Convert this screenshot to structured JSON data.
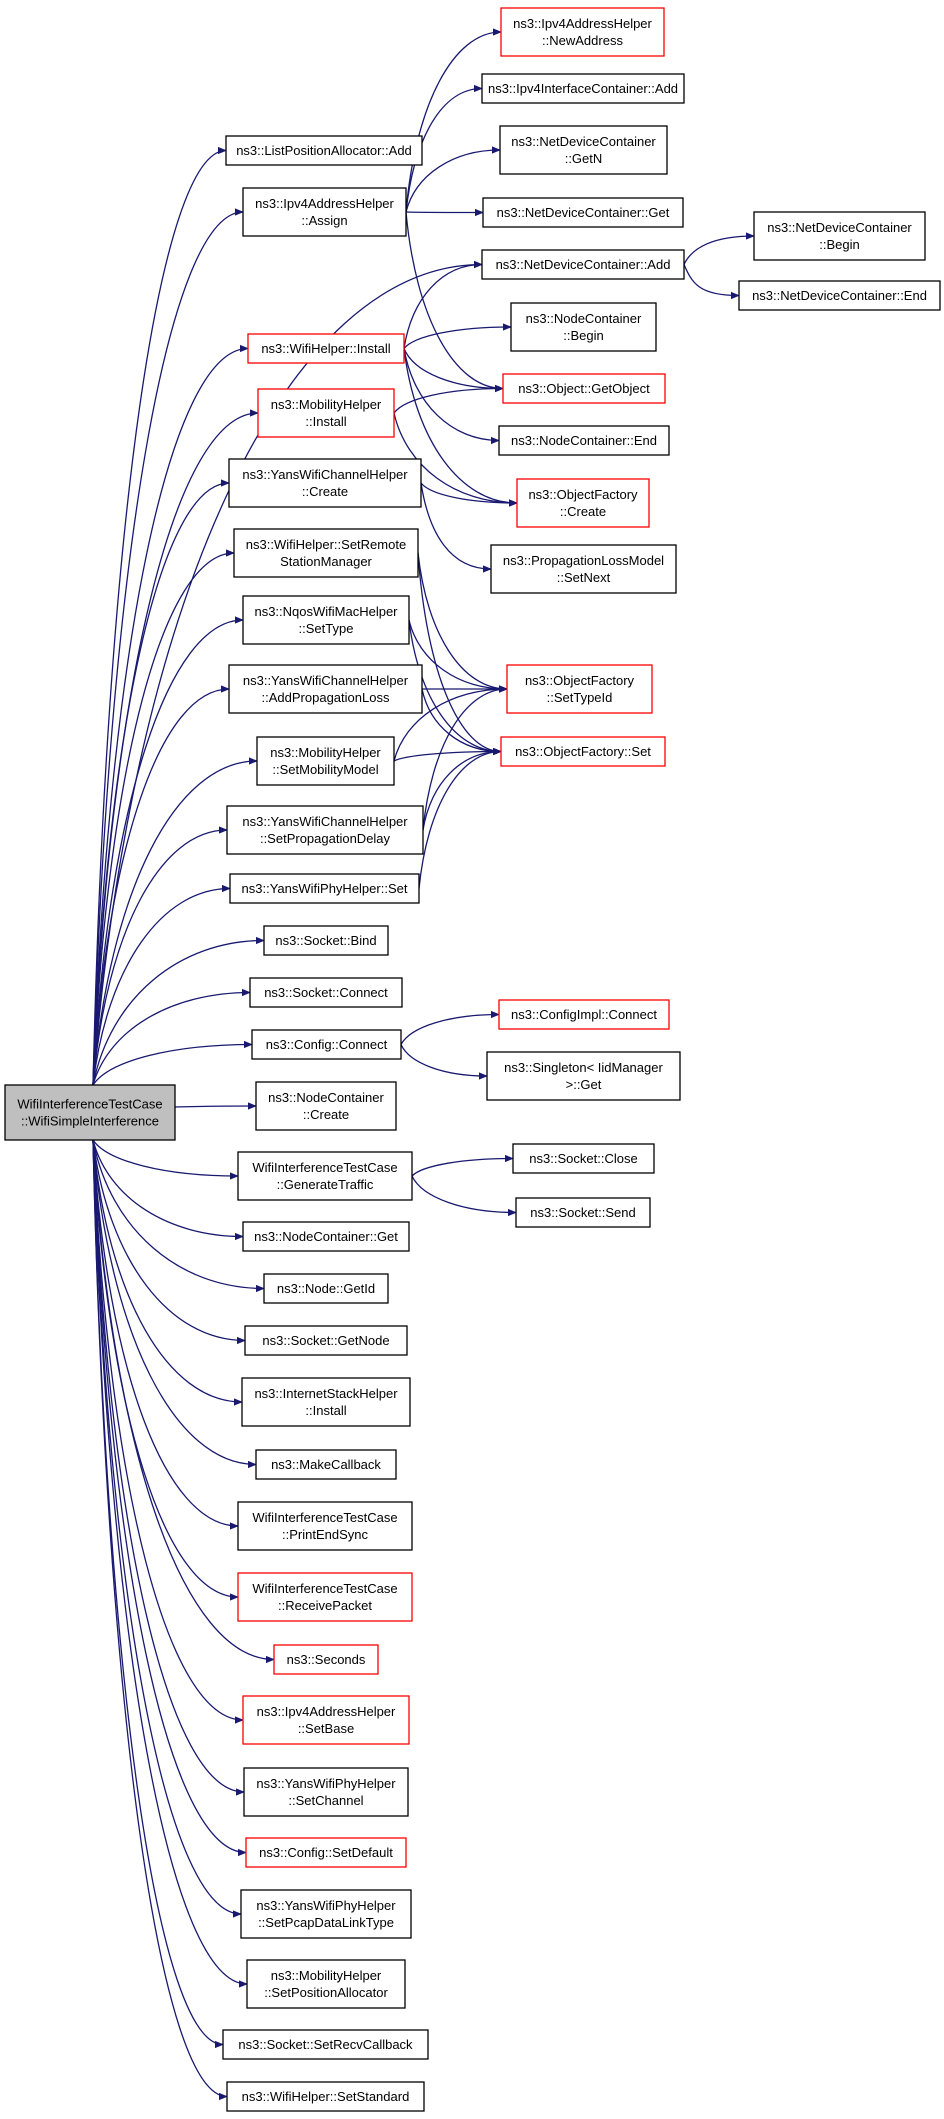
{
  "colors": {
    "edge": "#191970",
    "border_normal": "#000000",
    "border_truncated": "#ff0000",
    "fill_root": "#bfbfbf",
    "fill_node": "#ffffff"
  },
  "nodes": [
    {
      "id": "root",
      "lines": [
        "WifiInterferenceTestCase",
        "::WifiSimpleInterference"
      ],
      "style": "root"
    },
    {
      "id": "n_listpos",
      "lines": [
        "ns3::ListPositionAllocator::Add"
      ],
      "style": "normal"
    },
    {
      "id": "n_ipv4assign",
      "lines": [
        "ns3::Ipv4AddressHelper",
        "::Assign"
      ],
      "style": "normal"
    },
    {
      "id": "n_newaddr",
      "lines": [
        "ns3::Ipv4AddressHelper",
        "::NewAddress"
      ],
      "style": "truncated"
    },
    {
      "id": "n_ifcadd",
      "lines": [
        "ns3::Ipv4InterfaceContainer::Add"
      ],
      "style": "normal"
    },
    {
      "id": "n_ndcgetn",
      "lines": [
        "ns3::NetDeviceContainer",
        "::GetN"
      ],
      "style": "normal"
    },
    {
      "id": "n_ndcget",
      "lines": [
        "ns3::NetDeviceContainer::Get"
      ],
      "style": "normal"
    },
    {
      "id": "n_ndcadd",
      "lines": [
        "ns3::NetDeviceContainer::Add"
      ],
      "style": "normal"
    },
    {
      "id": "n_ndcbegin",
      "lines": [
        "ns3::NetDeviceContainer",
        "::Begin"
      ],
      "style": "normal"
    },
    {
      "id": "n_ndcend",
      "lines": [
        "ns3::NetDeviceContainer::End"
      ],
      "style": "normal"
    },
    {
      "id": "n_wifiinstall",
      "lines": [
        "ns3::WifiHelper::Install"
      ],
      "style": "truncated"
    },
    {
      "id": "n_ncbegin",
      "lines": [
        "ns3::NodeContainer",
        "::Begin"
      ],
      "style": "normal"
    },
    {
      "id": "n_getobject",
      "lines": [
        "ns3::Object::GetObject"
      ],
      "style": "truncated"
    },
    {
      "id": "n_mobinstall",
      "lines": [
        "ns3::MobilityHelper",
        "::Install"
      ],
      "style": "truncated"
    },
    {
      "id": "n_ncend",
      "lines": [
        "ns3::NodeContainer::End"
      ],
      "style": "normal"
    },
    {
      "id": "n_ychcreate",
      "lines": [
        "ns3::YansWifiChannelHelper",
        "::Create"
      ],
      "style": "normal"
    },
    {
      "id": "n_ofcreate",
      "lines": [
        "ns3::ObjectFactory",
        "::Create"
      ],
      "style": "truncated"
    },
    {
      "id": "n_setremote",
      "lines": [
        "ns3::WifiHelper::SetRemote",
        "StationManager"
      ],
      "style": "normal"
    },
    {
      "id": "n_plmsetnext",
      "lines": [
        "ns3::PropagationLossModel",
        "::SetNext"
      ],
      "style": "normal"
    },
    {
      "id": "n_nqossettype",
      "lines": [
        "ns3::NqosWifiMacHelper",
        "::SetType"
      ],
      "style": "normal"
    },
    {
      "id": "n_ofsettypeid",
      "lines": [
        "ns3::ObjectFactory",
        "::SetTypeId"
      ],
      "style": "truncated"
    },
    {
      "id": "n_ychaddprop",
      "lines": [
        "ns3::YansWifiChannelHelper",
        "::AddPropagationLoss"
      ],
      "style": "normal"
    },
    {
      "id": "n_ofset",
      "lines": [
        "ns3::ObjectFactory::Set"
      ],
      "style": "truncated"
    },
    {
      "id": "n_mobsetmodel",
      "lines": [
        "ns3::MobilityHelper",
        "::SetMobilityModel"
      ],
      "style": "normal"
    },
    {
      "id": "n_ychsetdelay",
      "lines": [
        "ns3::YansWifiChannelHelper",
        "::SetPropagationDelay"
      ],
      "style": "normal"
    },
    {
      "id": "n_yphset",
      "lines": [
        "ns3::YansWifiPhyHelper::Set"
      ],
      "style": "normal"
    },
    {
      "id": "n_sockbind",
      "lines": [
        "ns3::Socket::Bind"
      ],
      "style": "normal"
    },
    {
      "id": "n_sockconnect",
      "lines": [
        "ns3::Socket::Connect"
      ],
      "style": "normal"
    },
    {
      "id": "n_cfgconnect",
      "lines": [
        "ns3::Config::Connect"
      ],
      "style": "normal"
    },
    {
      "id": "n_cfgimplconnect",
      "lines": [
        "ns3::ConfigImpl::Connect"
      ],
      "style": "truncated"
    },
    {
      "id": "n_singleton",
      "lines": [
        "ns3::Singleton< IidManager",
        ">::Get"
      ],
      "style": "normal"
    },
    {
      "id": "n_nccreate",
      "lines": [
        "ns3::NodeContainer",
        "::Create"
      ],
      "style": "normal"
    },
    {
      "id": "n_gentraffic",
      "lines": [
        "WifiInterferenceTestCase",
        "::GenerateTraffic"
      ],
      "style": "normal"
    },
    {
      "id": "n_sockclose",
      "lines": [
        "ns3::Socket::Close"
      ],
      "style": "normal"
    },
    {
      "id": "n_socksend",
      "lines": [
        "ns3::Socket::Send"
      ],
      "style": "normal"
    },
    {
      "id": "n_ncget",
      "lines": [
        "ns3::NodeContainer::Get"
      ],
      "style": "normal"
    },
    {
      "id": "n_nodegetid",
      "lines": [
        "ns3::Node::GetId"
      ],
      "style": "normal"
    },
    {
      "id": "n_sockgetnode",
      "lines": [
        "ns3::Socket::GetNode"
      ],
      "style": "normal"
    },
    {
      "id": "n_ishinstall",
      "lines": [
        "ns3::InternetStackHelper",
        "::Install"
      ],
      "style": "normal"
    },
    {
      "id": "n_makecb",
      "lines": [
        "ns3::MakeCallback"
      ],
      "style": "normal"
    },
    {
      "id": "n_printend",
      "lines": [
        "WifiInterferenceTestCase",
        "::PrintEndSync"
      ],
      "style": "normal"
    },
    {
      "id": "n_recvpkt",
      "lines": [
        "WifiInterferenceTestCase",
        "::ReceivePacket"
      ],
      "style": "truncated"
    },
    {
      "id": "n_seconds",
      "lines": [
        "ns3::Seconds"
      ],
      "style": "truncated"
    },
    {
      "id": "n_setbase",
      "lines": [
        "ns3::Ipv4AddressHelper",
        "::SetBase"
      ],
      "style": "truncated"
    },
    {
      "id": "n_yphsetchannel",
      "lines": [
        "ns3::YansWifiPhyHelper",
        "::SetChannel"
      ],
      "style": "normal"
    },
    {
      "id": "n_cfgsetdefault",
      "lines": [
        "ns3::Config::SetDefault"
      ],
      "style": "truncated"
    },
    {
      "id": "n_yphsetpcap",
      "lines": [
        "ns3::YansWifiPhyHelper",
        "::SetPcapDataLinkType"
      ],
      "style": "normal"
    },
    {
      "id": "n_mobsetpos",
      "lines": [
        "ns3::MobilityHelper",
        "::SetPositionAllocator"
      ],
      "style": "normal"
    },
    {
      "id": "n_socksetrecv",
      "lines": [
        "ns3::Socket::SetRecvCallback"
      ],
      "style": "normal"
    },
    {
      "id": "n_wifisetstd",
      "lines": [
        "ns3::WifiHelper::SetStandard"
      ],
      "style": "normal"
    }
  ],
  "edges": [
    [
      "root",
      "n_listpos"
    ],
    [
      "root",
      "n_ipv4assign"
    ],
    [
      "root",
      "n_ndcadd"
    ],
    [
      "root",
      "n_wifiinstall"
    ],
    [
      "root",
      "n_mobinstall"
    ],
    [
      "root",
      "n_ychcreate"
    ],
    [
      "root",
      "n_setremote"
    ],
    [
      "root",
      "n_nqossettype"
    ],
    [
      "root",
      "n_ychaddprop"
    ],
    [
      "root",
      "n_mobsetmodel"
    ],
    [
      "root",
      "n_ychsetdelay"
    ],
    [
      "root",
      "n_yphset"
    ],
    [
      "root",
      "n_sockbind"
    ],
    [
      "root",
      "n_sockconnect"
    ],
    [
      "root",
      "n_cfgconnect"
    ],
    [
      "root",
      "n_nccreate"
    ],
    [
      "root",
      "n_gentraffic"
    ],
    [
      "root",
      "n_ncget"
    ],
    [
      "root",
      "n_nodegetid"
    ],
    [
      "root",
      "n_sockgetnode"
    ],
    [
      "root",
      "n_ishinstall"
    ],
    [
      "root",
      "n_makecb"
    ],
    [
      "root",
      "n_printend"
    ],
    [
      "root",
      "n_recvpkt"
    ],
    [
      "root",
      "n_seconds"
    ],
    [
      "root",
      "n_setbase"
    ],
    [
      "root",
      "n_yphsetchannel"
    ],
    [
      "root",
      "n_cfgsetdefault"
    ],
    [
      "root",
      "n_yphsetpcap"
    ],
    [
      "root",
      "n_mobsetpos"
    ],
    [
      "root",
      "n_socksetrecv"
    ],
    [
      "root",
      "n_wifisetstd"
    ],
    [
      "n_ipv4assign",
      "n_newaddr"
    ],
    [
      "n_ipv4assign",
      "n_ifcadd"
    ],
    [
      "n_ipv4assign",
      "n_ndcgetn"
    ],
    [
      "n_ipv4assign",
      "n_ndcget"
    ],
    [
      "n_ipv4assign",
      "n_getobject"
    ],
    [
      "n_ndcadd",
      "n_ndcbegin"
    ],
    [
      "n_ndcadd",
      "n_ndcend"
    ],
    [
      "n_wifiinstall",
      "n_ndcadd"
    ],
    [
      "n_wifiinstall",
      "n_ncbegin"
    ],
    [
      "n_wifiinstall",
      "n_getobject"
    ],
    [
      "n_wifiinstall",
      "n_ncend"
    ],
    [
      "n_wifiinstall",
      "n_ofcreate"
    ],
    [
      "n_mobinstall",
      "n_getobject"
    ],
    [
      "n_mobinstall",
      "n_ofcreate"
    ],
    [
      "n_ychcreate",
      "n_ofcreate"
    ],
    [
      "n_ychcreate",
      "n_plmsetnext"
    ],
    [
      "n_setremote",
      "n_ofsettypeid"
    ],
    [
      "n_setremote",
      "n_ofset"
    ],
    [
      "n_nqossettype",
      "n_ofsettypeid"
    ],
    [
      "n_nqossettype",
      "n_ofset"
    ],
    [
      "n_ychaddprop",
      "n_ofsettypeid"
    ],
    [
      "n_ychaddprop",
      "n_ofset"
    ],
    [
      "n_mobsetmodel",
      "n_ofsettypeid"
    ],
    [
      "n_mobsetmodel",
      "n_ofset"
    ],
    [
      "n_ychsetdelay",
      "n_ofsettypeid"
    ],
    [
      "n_ychsetdelay",
      "n_ofset"
    ],
    [
      "n_yphset",
      "n_ofset"
    ],
    [
      "n_cfgconnect",
      "n_cfgimplconnect"
    ],
    [
      "n_cfgconnect",
      "n_singleton"
    ],
    [
      "n_gentraffic",
      "n_sockclose"
    ],
    [
      "n_gentraffic",
      "n_socksend"
    ]
  ]
}
